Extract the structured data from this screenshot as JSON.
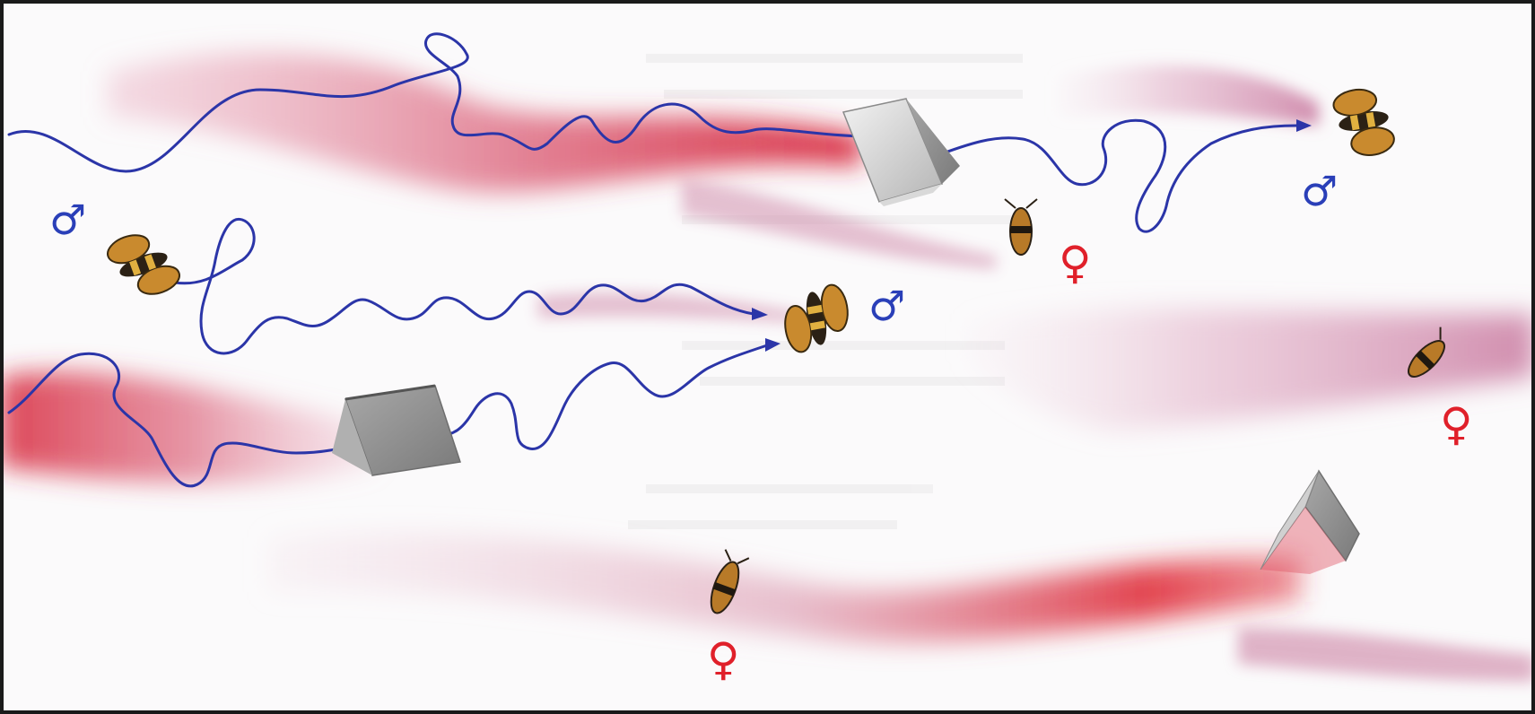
{
  "illustration": {
    "colors": {
      "plume": "#d8263a",
      "plume_light": "#c97aa0",
      "flight_path": "#2b35a8",
      "male_symbol": "#2a3fb8",
      "female_symbol": "#e0202a",
      "trap": "#9a9a9a",
      "frame": "#1a1a1a"
    },
    "symbols": {
      "male": "♂",
      "female": "♀"
    },
    "moths": [
      {
        "sex": "male",
        "state": "flying"
      },
      {
        "sex": "male",
        "state": "flying"
      },
      {
        "sex": "male",
        "state": "flying"
      },
      {
        "sex": "female",
        "state": "perched"
      },
      {
        "sex": "female",
        "state": "perched"
      },
      {
        "sex": "female",
        "state": "perched"
      }
    ],
    "traps": [
      "pheromone-trap",
      "pheromone-trap",
      "pheromone-trap"
    ],
    "icons": [
      "male-symbol-icon",
      "female-symbol-icon",
      "moth-icon",
      "trap-icon"
    ]
  }
}
